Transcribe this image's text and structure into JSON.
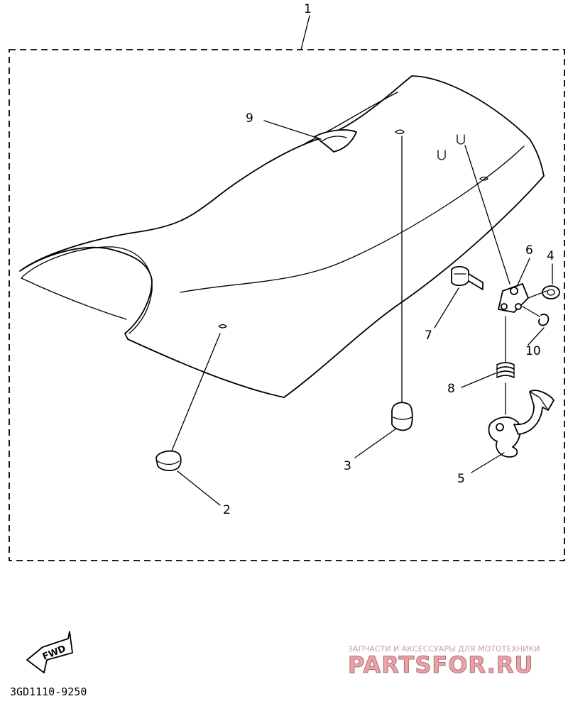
{
  "diagram": {
    "assembly_number": "1",
    "callouts": {
      "c2": "2",
      "c3": "3",
      "c4": "4",
      "c5": "5",
      "c6": "6",
      "c7": "7",
      "c8": "8",
      "c9": "9",
      "c10": "10"
    },
    "direction_label": "FWD",
    "figure_code": "3GD1110-9250"
  },
  "watermark": {
    "tagline": "ЗАПЧАСТИ И АКСЕССУАРЫ ДЛЯ МОТОТЕХНИКИ",
    "brand": "PARTSFOR.RU",
    "color": "#e9a3a8"
  }
}
